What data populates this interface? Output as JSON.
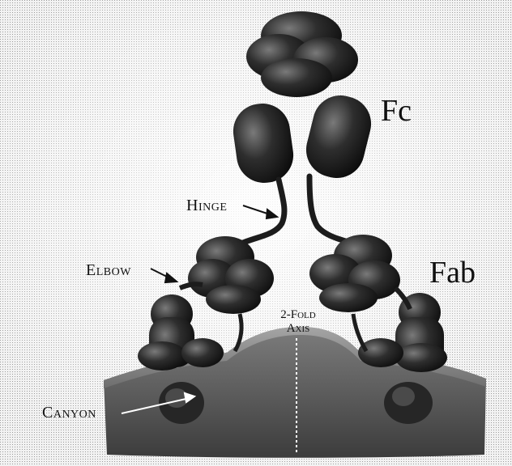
{
  "labels": {
    "fc": "Fc",
    "fab": "Fab",
    "hinge": "Hinge",
    "elbow": "Elbow",
    "canyon": "Canyon",
    "axis_line1": "2-Fold",
    "axis_line2": "Axis"
  },
  "colors": {
    "background": "#ffffff",
    "texture": "#d6d6d6",
    "protein": "#2b2b2b",
    "protein_highlight": "#6a6a6a",
    "surface": "#5e5e5e",
    "surface_top": "#8a8a8a",
    "text": "#111111"
  }
}
